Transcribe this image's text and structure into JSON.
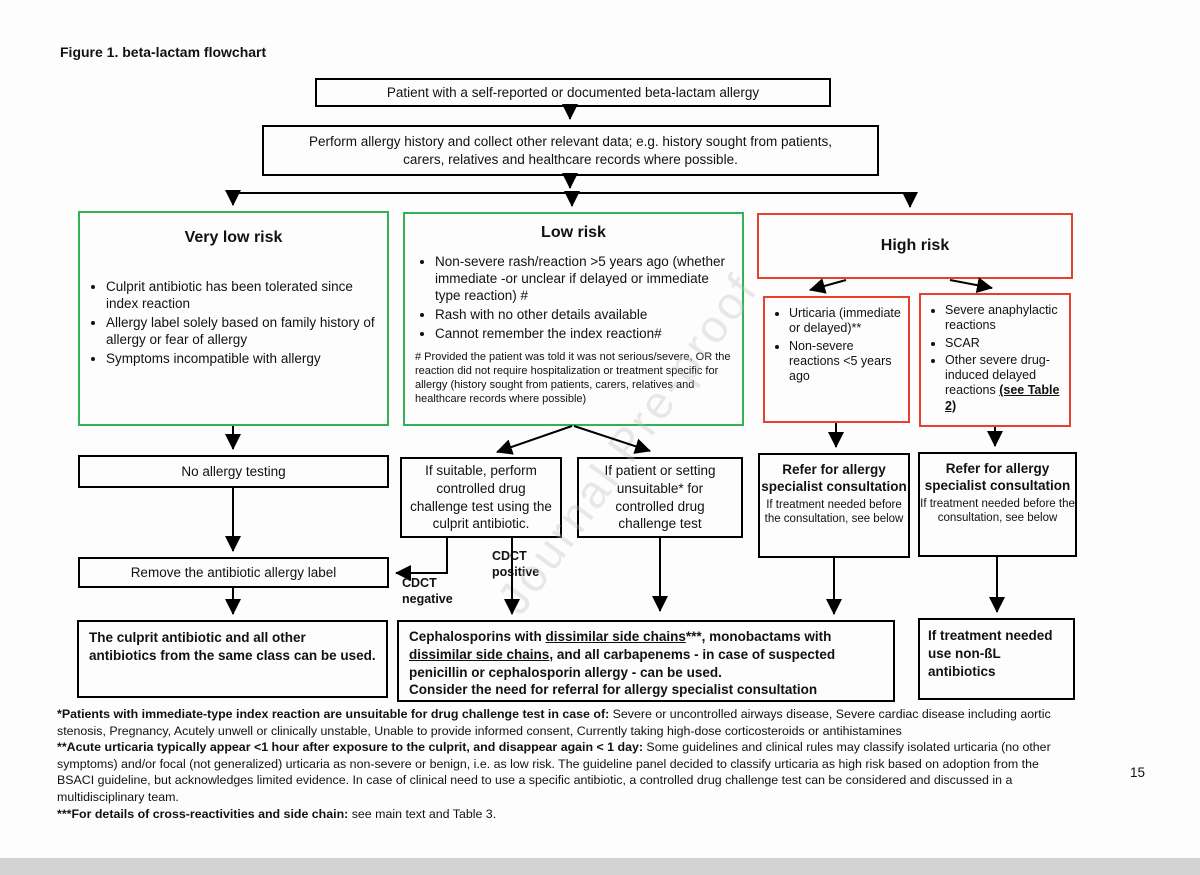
{
  "page": {
    "figure_title": "Figure 1. beta-lactam flowchart",
    "page_number": "15",
    "watermark": "Journal Pre-proof"
  },
  "colors": {
    "green": "#31b257",
    "red": "#e8402f",
    "black": "#000000",
    "bottom_bar": "#d2d2d2"
  },
  "flow": {
    "patient_box": "Patient with a self-reported or documented beta-lactam allergy",
    "history_box": "Perform allergy history and collect other relevant data; e.g. history sought from patients, carers, relatives and healthcare records where possible.",
    "very_low_risk": {
      "title": "Very low risk",
      "bullets": [
        "Culprit antibiotic has been tolerated since index reaction",
        "Allergy label solely based on family history of allergy or fear of allergy",
        "Symptoms incompatible with allergy"
      ]
    },
    "low_risk": {
      "title": "Low risk",
      "bullets": [
        "Non-severe rash/reaction >5 years ago (whether immediate -or unclear if delayed or immediate type reaction) #",
        "Rash with no other details available",
        "Cannot remember the index reaction#"
      ],
      "hash_note": "# Provided the patient was told it was not serious/severe, OR the reaction did not require hospitalization or treatment specific for allergy (history sought from patients, carers, relatives and healthcare records where possible)"
    },
    "high_risk": {
      "title": "High risk",
      "left_box": {
        "bullets": [
          "Urticaria (immediate or delayed)**",
          "Non-severe reactions <5 years ago"
        ]
      },
      "right_box": {
        "bullets": [
          "Severe anaphylactic reactions",
          "SCAR"
        ],
        "bullet3_text": "Other severe drug-induced delayed reactions ",
        "bullet3_emph": "(see Table 2)"
      }
    },
    "no_testing_box": "No allergy testing",
    "cdct_box": "If suitable, perform controlled drug challenge test using the culprit antibiotic.",
    "unsuitable_box": "If patient or setting unsuitable* for controlled drug challenge test",
    "refer_box": {
      "title": "Refer for allergy specialist consultation",
      "subtext": "If treatment needed before the consultation, see below"
    },
    "remove_box": "Remove the antibiotic allergy label",
    "cdct_negative_label": "CDCT\nnegative",
    "cdct_positive_label": "CDCT\npositive",
    "culprit_ok_box": "The culprit antibiotic and all other antibiotics from the same class can be used.",
    "ceph_box": {
      "seg1": "Cephalosporins with ",
      "u1": "dissimilar side chains",
      "seg2": "***, monobactams with ",
      "u2": "dissimilar side chains",
      "seg3": ", and all carbapenems - in case of suspected penicillin or cephalosporin allergy - can be used.",
      "line2": "Consider the need for referral for allergy specialist consultation"
    },
    "non_bl_box": "If treatment needed use non-ßL antibiotics"
  },
  "footnotes": {
    "f1_bold": "*Patients with immediate-type index reaction are unsuitable for drug challenge test in case of:",
    "f1_text": " Severe or uncontrolled airways disease, Severe cardiac disease including aortic stenosis, Pregnancy, Acutely unwell or clinically unstable, Unable to provide informed consent, Currently taking high-dose corticosteroids or antihistamines",
    "f2_bold": "**Acute urticaria typically appear <1 hour after exposure to the culprit, and disappear again < 1 day:",
    "f2_text": " Some guidelines and clinical rules may classify isolated urticaria (no other symptoms) and/or focal (not generalized) urticaria as non-severe or benign, i.e. as low risk. The guideline panel decided to classify urticaria as high risk based on adoption from the BSACI guideline, but acknowledges limited evidence. In case of clinical need to use a specific antibiotic, a controlled drug challenge test can be considered and discussed in a multidisciplinary team.",
    "f3_bold": "***For details of cross-reactivities and side chain:",
    "f3_text": " see main text and Table 3."
  }
}
